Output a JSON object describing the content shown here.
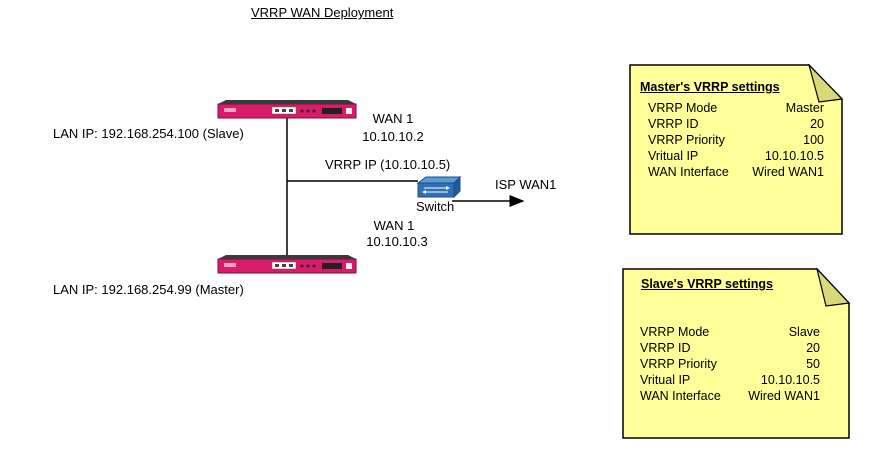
{
  "title": "VRRP WAN Deployment",
  "router_top": {
    "lan_ip": "LAN IP: 192.168.254.100 (Slave)",
    "wan_name": "WAN 1",
    "wan_ip": "10.10.10.2"
  },
  "router_bottom": {
    "lan_ip": "LAN IP: 192.168.254.99 (Master)",
    "wan_name": "WAN 1",
    "wan_ip": "10.10.10.3"
  },
  "vrrp_ip_label": "VRRP IP (10.10.10.5)",
  "switch_label": "Switch",
  "isp_label": "ISP WAN1",
  "master_note": {
    "heading": "Master's VRRP settings",
    "rows": [
      {
        "key": "VRRP Mode",
        "value": "Master"
      },
      {
        "key": "VRRP ID",
        "value": "20"
      },
      {
        "key": "VRRP Priority",
        "value": "100"
      },
      {
        "key": "Vritual IP",
        "value": "10.10.10.5"
      },
      {
        "key": "WAN Interface",
        "value": "Wired WAN1"
      }
    ]
  },
  "slave_note": {
    "heading": "Slave's VRRP settings",
    "rows": [
      {
        "key": "VRRP Mode",
        "value": "Slave"
      },
      {
        "key": "VRRP ID",
        "value": "20"
      },
      {
        "key": "VRRP Priority",
        "value": "50"
      },
      {
        "key": "Vritual IP",
        "value": "10.10.10.5"
      },
      {
        "key": "WAN Interface",
        "value": "Wired WAN1"
      }
    ]
  },
  "colors": {
    "note_fill": "#ffff99",
    "router_body": "#d81b6a",
    "switch_body": "#2f6fb3"
  },
  "icons": {
    "router": "router-icon",
    "switch": "switch-icon"
  }
}
